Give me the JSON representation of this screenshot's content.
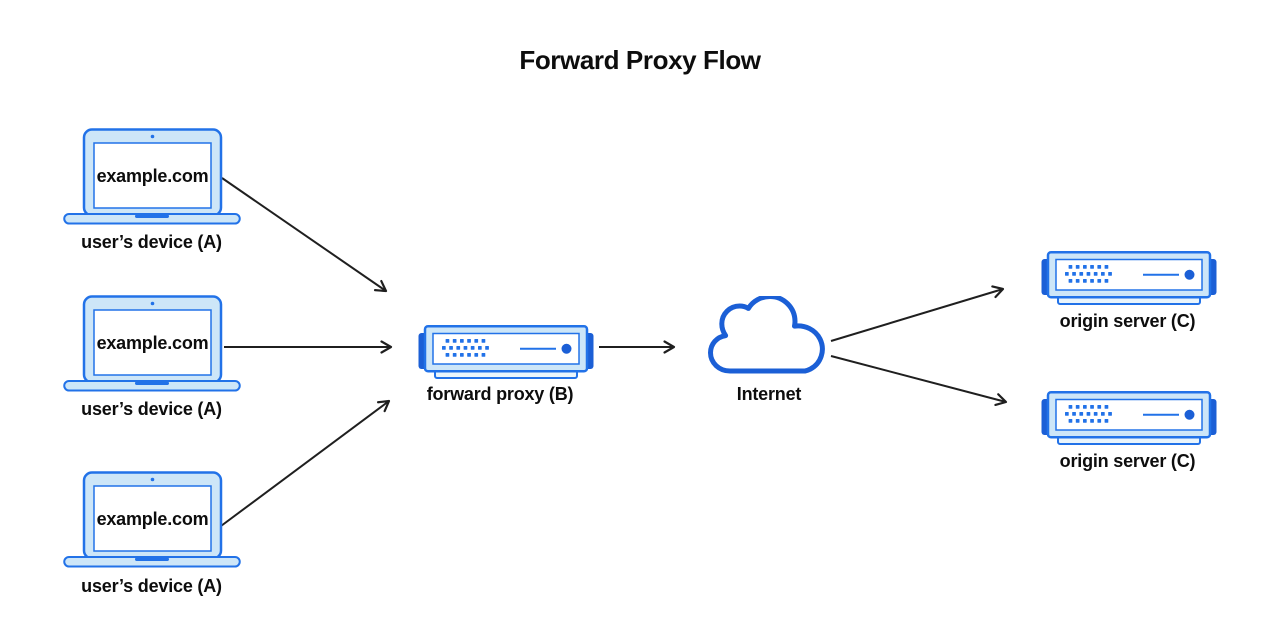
{
  "title": "Forward Proxy Flow",
  "colors": {
    "primary_blue": "#2272e8",
    "dark_blue": "#1b5fd6",
    "light_blue_fill": "#cde6f8",
    "panel_white": "#ffffff",
    "arrow_black": "#1f1f1f",
    "text_black": "#0d0d0d",
    "background": "#ffffff"
  },
  "nodes": {
    "devices": [
      {
        "id": "device-1",
        "icon": "laptop-icon",
        "screen_text": "example.com",
        "label": "user’s device (A)"
      },
      {
        "id": "device-2",
        "icon": "laptop-icon",
        "screen_text": "example.com",
        "label": "user’s device (A)"
      },
      {
        "id": "device-3",
        "icon": "laptop-icon",
        "screen_text": "example.com",
        "label": "user’s device (A)"
      }
    ],
    "proxy": {
      "id": "proxy",
      "icon": "server-icon",
      "label": "forward proxy (B)"
    },
    "internet": {
      "id": "internet",
      "icon": "cloud-icon",
      "label": "Internet"
    },
    "origin_servers": [
      {
        "id": "origin-server-1",
        "icon": "server-icon",
        "label": "origin server (C)"
      },
      {
        "id": "origin-server-2",
        "icon": "server-icon",
        "label": "origin server (C)"
      }
    ]
  },
  "edges": [
    {
      "from": "device-1",
      "to": "proxy"
    },
    {
      "from": "device-2",
      "to": "proxy"
    },
    {
      "from": "device-3",
      "to": "proxy"
    },
    {
      "from": "proxy",
      "to": "internet"
    },
    {
      "from": "internet",
      "to": "origin-server-1"
    },
    {
      "from": "internet",
      "to": "origin-server-2"
    }
  ]
}
